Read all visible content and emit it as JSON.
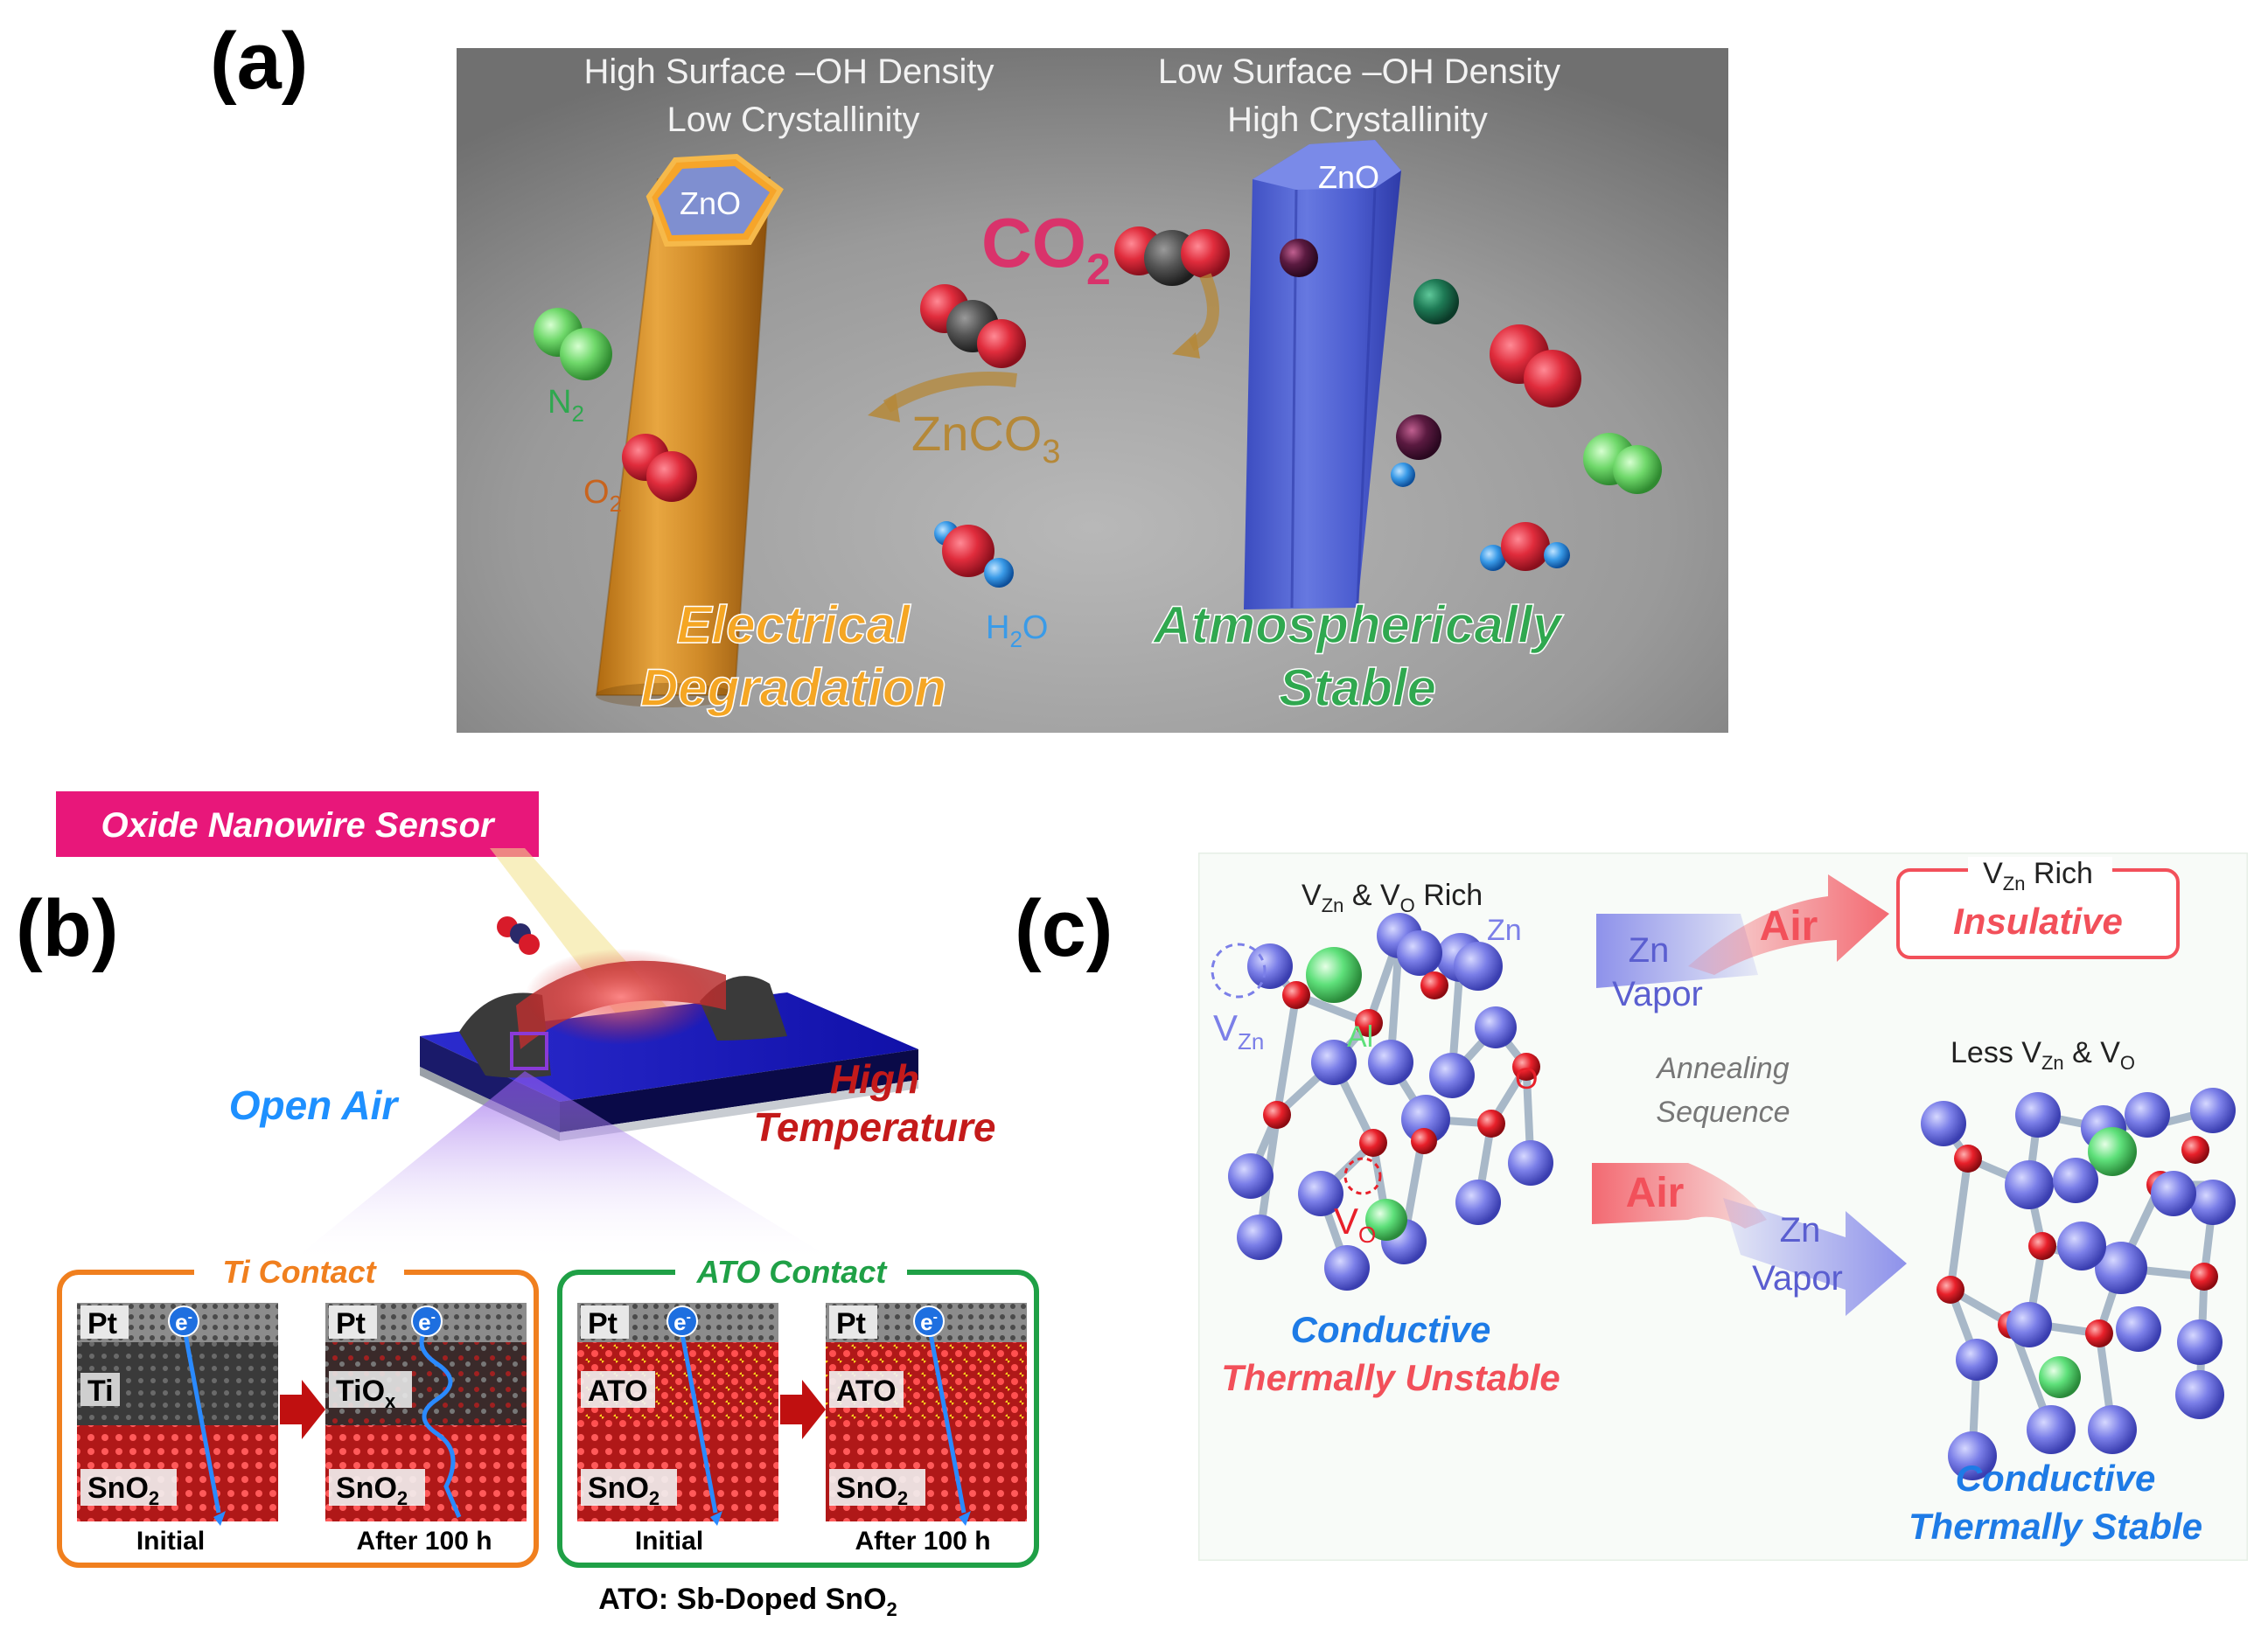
{
  "panel_a": {
    "label": "(a)",
    "left_header": [
      "High Surface –OH Density",
      "Low Crystallinity"
    ],
    "right_header": [
      "Low Surface –OH Density",
      "High Crystallinity"
    ],
    "zno_left": "ZnO",
    "zno_right": "ZnO",
    "co2": "CO",
    "co2_sub": "2",
    "znco3": "ZnCO",
    "znco3_sub": "3",
    "n2": "N",
    "n2_sub": "2",
    "o2": "O",
    "o2_sub": "2",
    "h2o_a": "H",
    "h2o_sub": "2",
    "h2o_b": "O",
    "left_caption": [
      "Electrical",
      "Degradation"
    ],
    "right_caption": [
      "Atmospherically",
      "Stable"
    ],
    "colors": {
      "background": "#8a8a8a",
      "gold": "#f5a623",
      "green": "#2fa84f",
      "co2": "#d9336b",
      "blue_rod": "#5a6fd6"
    }
  },
  "panel_b": {
    "label": "(b)",
    "banner": "Oxide Nanowire Sensor",
    "open_air": "Open Air",
    "high_temp": [
      "High",
      "Temperature"
    ],
    "ti_title": "Ti Contact",
    "ato_title": "ATO Contact",
    "pt": "Pt",
    "electron": "e",
    "electron_sup": "-",
    "ti": "Ti",
    "tiox": "TiO",
    "tiox_sub": "x",
    "ato": "ATO",
    "sno2": "SnO",
    "sno2_sub": "2",
    "initial": "Initial",
    "after": "After 100 h",
    "ato_note": "ATO: Sb-Doped SnO",
    "ato_note_sub": "2",
    "colors": {
      "banner": "#e8177a",
      "orange": "#f07f1e",
      "green": "#1fa046",
      "open_air": "#1e90ff",
      "high_temp": "#c41a1a"
    }
  },
  "panel_c": {
    "label": "(c)",
    "rich_title_v": "V",
    "rich_title_zn": "Zn",
    "rich_title_mid": " & V",
    "rich_title_o": "O",
    "rich_title_end": " Rich",
    "zn_label": "Zn",
    "al_label": "Al",
    "o_label": "O",
    "vzn_label": "V",
    "vzn_sub": "Zn",
    "vo_label": "V",
    "vo_sub": "O",
    "zn_vapor": [
      "Zn",
      "Vapor"
    ],
    "air": "Air",
    "annealing": [
      "Annealing",
      "Sequence"
    ],
    "box_title_v": "V",
    "box_title_sub": "Zn",
    "box_title_end": " Rich",
    "insulative": "Insulative",
    "less_title": "Less V",
    "less_sub": "Zn",
    "less_end": " & V",
    "less_o": "O",
    "left_caption": [
      "Conductive",
      "Thermally Unstable"
    ],
    "right_caption": [
      "Conductive",
      "Thermally Stable"
    ],
    "colors": {
      "zn_atom": "#7b7fe8",
      "o_atom": "#e8202a",
      "al_atom": "#5ee07a",
      "air": "#f2505a",
      "conductive": "#1e7be6"
    }
  }
}
